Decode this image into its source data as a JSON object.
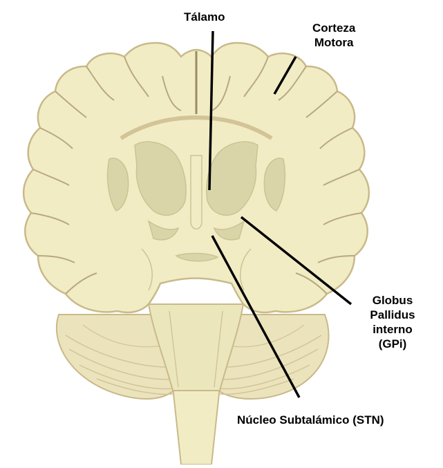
{
  "labels": {
    "thalamus": "Tálamo",
    "motor_cortex": [
      "Corteza",
      "Motora"
    ],
    "gpi": [
      "Globus",
      "Pallidus",
      "interno",
      "(GPi)"
    ],
    "stn": "Núcleo Subtalámico (STN)"
  },
  "colors": {
    "tissue": "#f1ecc4",
    "tissue_outline": "#c9b98a",
    "deep_nuclei": "#dad5a9",
    "fissure": "#9c8a64",
    "leader_line": "#000000",
    "text": "#000000"
  }
}
